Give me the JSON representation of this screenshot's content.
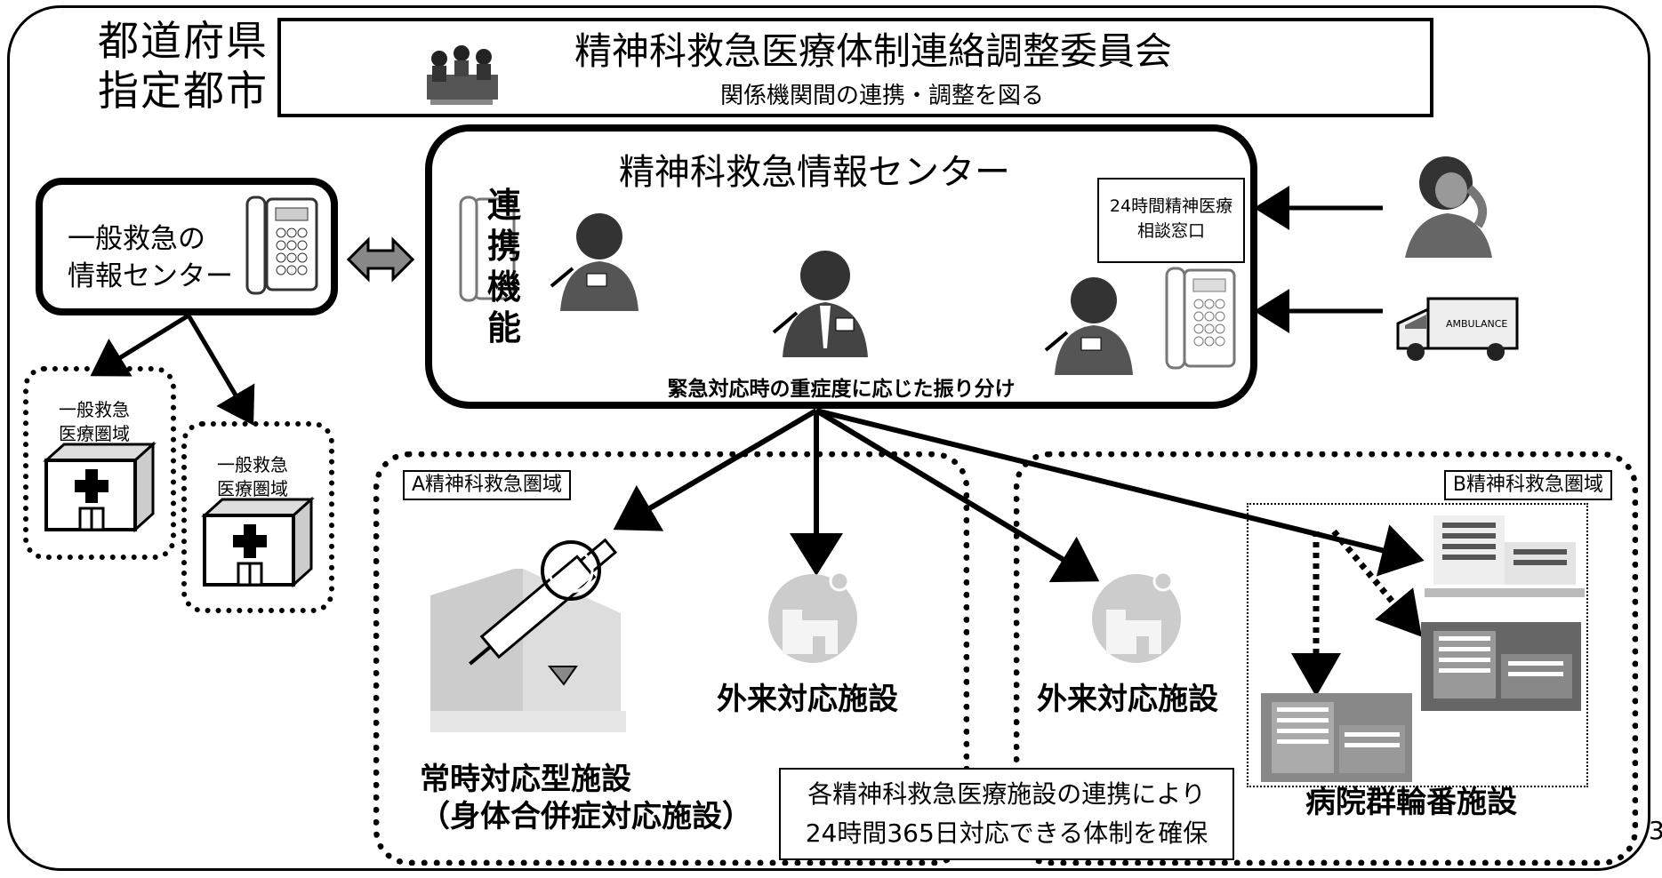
{
  "region_label_line1": "都道府県",
  "region_label_line2": "指定都市",
  "committee": {
    "title": "精神科救急医療体制連絡調整委員会",
    "subtitle": "関係機関間の連携・調整を図る"
  },
  "center": {
    "title": "精神科救急情報センター",
    "vertical_label": [
      "連",
      "携",
      "機",
      "能"
    ],
    "hotline_line1": "24時間精神医療",
    "hotline_line2": "相談窓口",
    "triage_text": "緊急対応時の重症度に応じた振り分け"
  },
  "general_center": {
    "line1": "一般救急の",
    "line2": "情報センター"
  },
  "general_areas": [
    {
      "line1": "一般救急",
      "line2": "医療圏域"
    },
    {
      "line1": "一般救急",
      "line2": "医療圏域"
    }
  ],
  "area_a": {
    "tag": "A精神科救急圏域",
    "facility_main_line1": "常時対応型施設",
    "facility_main_line2": "（身体合併症対応施設）",
    "outpatient": "外来対応施設"
  },
  "area_b": {
    "tag": "B精神科救急圏域",
    "outpatient": "外来対応施設",
    "rotation": "病院群輪番施設"
  },
  "note": {
    "line1": "各精神科救急医療施設の連携により",
    "line2": "24時間365日対応できる体制を確保"
  },
  "page_number": "3",
  "ambulance_text": "AMBULANCE"
}
